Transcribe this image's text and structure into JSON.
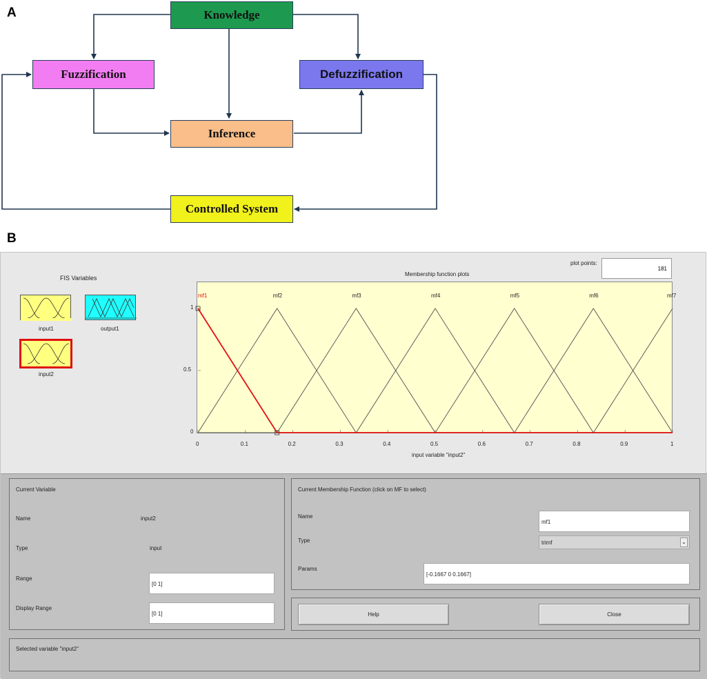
{
  "panels": {
    "a": "A",
    "b": "B"
  },
  "diagram": {
    "knowledge": "Knowledge",
    "fuzzification": "Fuzzification",
    "defuzzification": "Defuzzification",
    "inference": "Inference",
    "controlled_system": "Controlled System",
    "colors": {
      "knowledge": "#1d9a4f",
      "fuzzification": "#f27df2",
      "defuzzification": "#7b78ee",
      "inference": "#f9be8a",
      "controlled_system": "#f1f11c",
      "arrow": "#1f3550"
    }
  },
  "editor": {
    "fis_variables_title": "FIS Variables",
    "variables": [
      {
        "label": "input1",
        "color": "#ffff80",
        "selected": false
      },
      {
        "label": "output1",
        "color": "#20ffff",
        "selected": false
      },
      {
        "label": "input2",
        "color": "#ffff80",
        "selected": true
      }
    ],
    "plot_points_label": "plot points:",
    "plot_points_value": "181",
    "plot_title": "Membership function plots",
    "plot_xlabel": "input variable \"input2\"",
    "current_variable": {
      "title": "Current Variable",
      "name_label": "Name",
      "name_value": "input2",
      "type_label": "Type",
      "type_value": "input",
      "range_label": "Range",
      "range_value": "[0 1]",
      "display_range_label": "Display Range",
      "display_range_value": "[0 1]"
    },
    "current_mf": {
      "title": "Current Membership Function (click on MF to select)",
      "name_label": "Name",
      "name_value": "mf1",
      "type_label": "Type",
      "type_value": "trimf",
      "params_label": "Params",
      "params_value": "[-0.1667 0 0.1667]"
    },
    "buttons": {
      "help": "Help",
      "close": "Close"
    },
    "status": "Selected variable \"input2\""
  },
  "chart_data": {
    "type": "line",
    "title": "Membership function plots",
    "xlabel": "input variable \"input2\"",
    "ylabel": "",
    "xlim": [
      0,
      1
    ],
    "ylim": [
      0,
      1
    ],
    "x_ticks": [
      "0",
      "0.1",
      "0.2",
      "0.3",
      "0.4",
      "0.5",
      "0.6",
      "0.7",
      "0.8",
      "0.9",
      "1"
    ],
    "y_ticks": [
      "0",
      "0.5",
      "1"
    ],
    "selected_color": "#e01010",
    "line_color": "#505050",
    "series": [
      {
        "name": "mf1",
        "params": [
          -0.1667,
          0,
          0.1667
        ],
        "selected": true
      },
      {
        "name": "mf2",
        "params": [
          0,
          0.1667,
          0.3333
        ],
        "selected": false
      },
      {
        "name": "mf3",
        "params": [
          0.1667,
          0.3333,
          0.5
        ],
        "selected": false
      },
      {
        "name": "mf4",
        "params": [
          0.3333,
          0.5,
          0.6667
        ],
        "selected": false
      },
      {
        "name": "mf5",
        "params": [
          0.5,
          0.6667,
          0.8333
        ],
        "selected": false
      },
      {
        "name": "mf6",
        "params": [
          0.6667,
          0.8333,
          1
        ],
        "selected": false
      },
      {
        "name": "mf7",
        "params": [
          0.8333,
          1,
          1.1667
        ],
        "selected": false
      }
    ]
  }
}
